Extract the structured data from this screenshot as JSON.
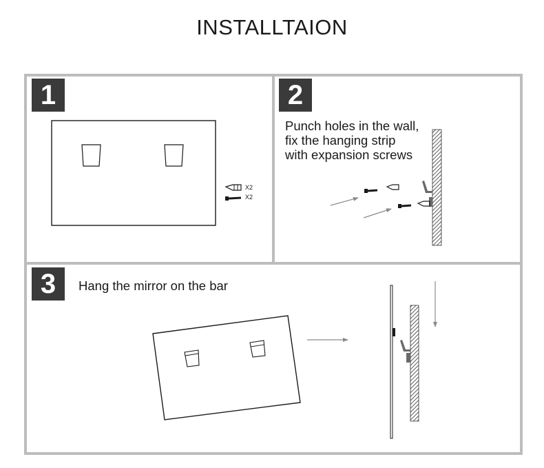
{
  "title": "INSTALLTAION",
  "steps": [
    {
      "number": "1",
      "qty_labels": [
        "X2",
        "X2"
      ]
    },
    {
      "number": "2",
      "lines": [
        "Punch holes in the wall,",
        "fix the hanging strip",
        "with expansion screws"
      ]
    },
    {
      "number": "3",
      "text": "Hang the mirror on the bar"
    }
  ],
  "colors": {
    "border": "#bdbdbd",
    "badge": "#3a3a3a",
    "line": "#1a1a1a",
    "arrow": "#8a8a8a"
  },
  "icons": [
    "anchor-icon",
    "screw-icon",
    "wall-icon",
    "arrow-icon",
    "bracket-icon",
    "mirror-icon"
  ]
}
